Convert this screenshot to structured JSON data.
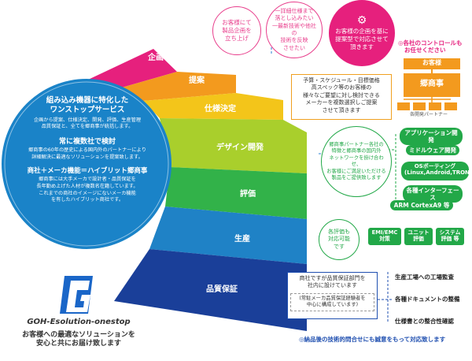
{
  "stages": [
    {
      "label": "企画",
      "color": "#e6207d"
    },
    {
      "label": "提案",
      "color": "#f39a1e"
    },
    {
      "label": "仕様決定",
      "color": "#f3c51a"
    },
    {
      "label": "デザイン開発",
      "color": "#a9cf2c"
    },
    {
      "label": "評価",
      "color": "#32b249"
    },
    {
      "label": "生産",
      "color": "#1f82c6"
    },
    {
      "label": "品質保証",
      "color": "#1a3f99"
    }
  ],
  "hub": {
    "h1": "組み込み機器に特化した",
    "h2": "ワンストップサービス",
    "p1": [
      "企画から提案、仕様決定、開発、評価、生産管理",
      "品質保証と、全てを郷商事が統括します。"
    ],
    "h3": "常に複数社で検討",
    "p2": [
      "郷商事の60年の歴史による国内外のパートナーにより",
      "詳細解決に最適なソリューションを提案致します。"
    ],
    "h4": "商社＋メーカ機能＝ハイブリット郷商事",
    "p3": [
      "郷商事には大手メーカで設計者・品質保証を",
      "長年勤め上げた人材が複数名在籍しています。",
      "これまでの商社のイメージにないメーカ機能",
      "を有したハイブリット商社です。"
    ]
  },
  "logo": {
    "letter": "G",
    "name": "GOH-Esolution-onestop"
  },
  "tagline": [
    "お客様への最適なソリューションを",
    "安心と共にお届け致します"
  ],
  "planning_circles": [
    [
      "お客様にて",
      "製品企画を",
      "立ち上げ"
    ],
    [
      "一詳細仕様まで",
      "落とし込みたい",
      "一最新技術や他社の",
      "技術を反映",
      "させたい"
    ]
  ],
  "planning_main": [
    "お客様の企画を基に",
    "提案型で対応させて",
    "頂きます"
  ],
  "control": {
    "note": [
      "◎各社のコントロールも",
      "お任せください"
    ],
    "customer": "お客様",
    "company": "郷商事",
    "partner": "各開発パートナー"
  },
  "spec_box": [
    "予算・スケジュール・目標価格",
    "高スペック等のお客様の",
    "様々なご要望に対し検討できる",
    "メーカーを複数選択しご提案",
    "させて頂きます"
  ],
  "dev_circle": [
    "郷商事パートナー各社の",
    "特徴と郷商事の国内外",
    "ネットワークを掛け合わせ、",
    "お客様にご満足いただける",
    "製品をご提供致します"
  ],
  "dev_pills": [
    "アプリケーション開発",
    "ミドルウェア開発",
    "OSポーティング (Linux,Android,TRON)",
    "各種インターフェース",
    "ARM CortexA9 等"
  ],
  "eval_circle": [
    "各評価も",
    "対応可能",
    "です"
  ],
  "eval_boxes": [
    "EMI/EMC 対策",
    "ユニット 評価",
    "システム 評価 等"
  ],
  "qa_box": {
    "main": [
      "商社ですが品質保証部門を",
      "社内に設けています"
    ],
    "sub": [
      "(常駐メーカ品質保証経験者を",
      "中心に構成しています)"
    ]
  },
  "qa_items": [
    "生産工場への工場監査",
    "各種ドキュメントの整備",
    "仕様書との整合性確認"
  ],
  "footer_note": "◎納品後の技術的問合せにも誠意をもって対応致します"
}
